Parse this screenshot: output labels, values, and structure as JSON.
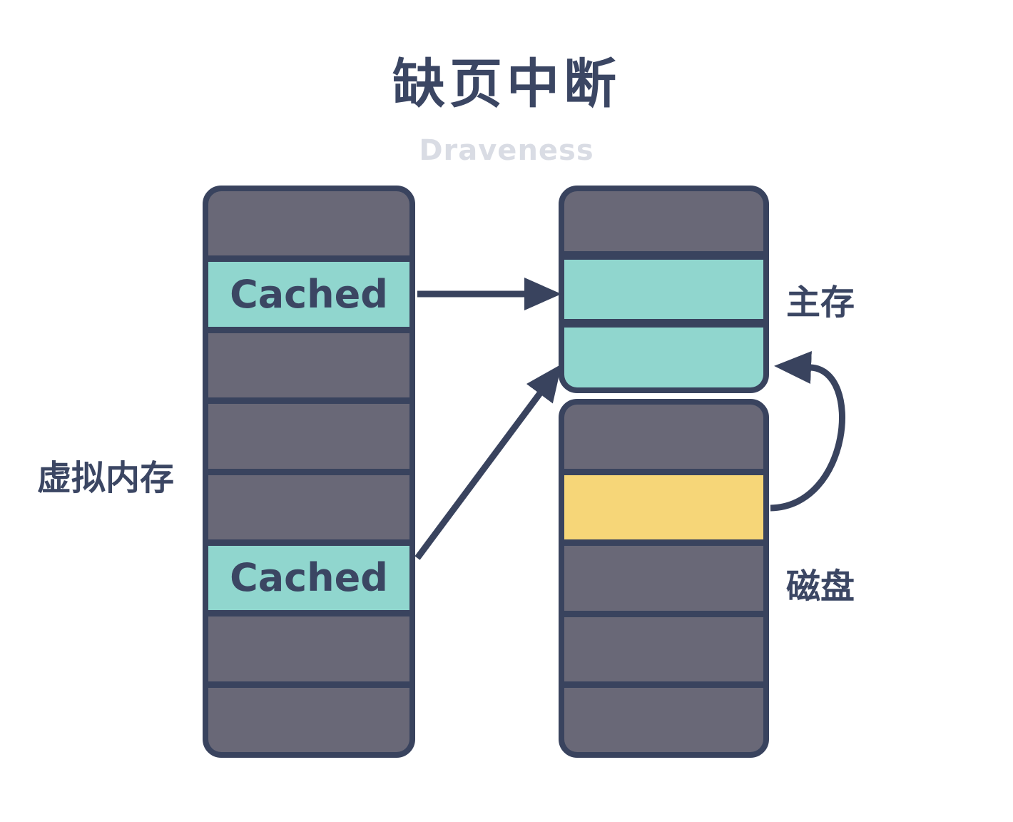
{
  "title": "缺页中断",
  "subtitle": "Draveness",
  "cached_label": "Cached",
  "labels": {
    "virtual_memory": "虚拟内存",
    "main_memory": "主存",
    "disk": "磁盘"
  },
  "columns": {
    "virtual_memory": {
      "label": "虚拟内存",
      "segments": [
        {
          "type": "gray",
          "label": ""
        },
        {
          "type": "teal",
          "label": "Cached"
        },
        {
          "type": "gray",
          "label": ""
        },
        {
          "type": "gray",
          "label": ""
        },
        {
          "type": "gray",
          "label": ""
        },
        {
          "type": "teal",
          "label": "Cached"
        },
        {
          "type": "gray",
          "label": ""
        },
        {
          "type": "gray",
          "label": ""
        }
      ]
    },
    "main_memory": {
      "label": "主存",
      "segments": [
        {
          "type": "gray",
          "label": ""
        },
        {
          "type": "teal",
          "label": ""
        },
        {
          "type": "teal",
          "label": ""
        }
      ]
    },
    "disk": {
      "label": "磁盘",
      "segments": [
        {
          "type": "gray",
          "label": ""
        },
        {
          "type": "yellow",
          "label": ""
        },
        {
          "type": "gray",
          "label": ""
        },
        {
          "type": "gray",
          "label": ""
        },
        {
          "type": "gray",
          "label": ""
        }
      ]
    }
  },
  "arrows": [
    {
      "from": "virtual-memory-cached-1",
      "to": "main-memory-page-1"
    },
    {
      "from": "virtual-memory-cached-2",
      "to": "main-memory-page-2"
    },
    {
      "from": "disk-page-yellow",
      "to": "main-memory-page-2"
    }
  ],
  "colors": {
    "background": "#ffffff",
    "ink": "#3b4663",
    "border": "#39435e",
    "segment_gray": "#696877",
    "segment_teal": "#90d6ce",
    "segment_yellow": "#f6d678",
    "subtitle_gray": "#d9dce4"
  }
}
